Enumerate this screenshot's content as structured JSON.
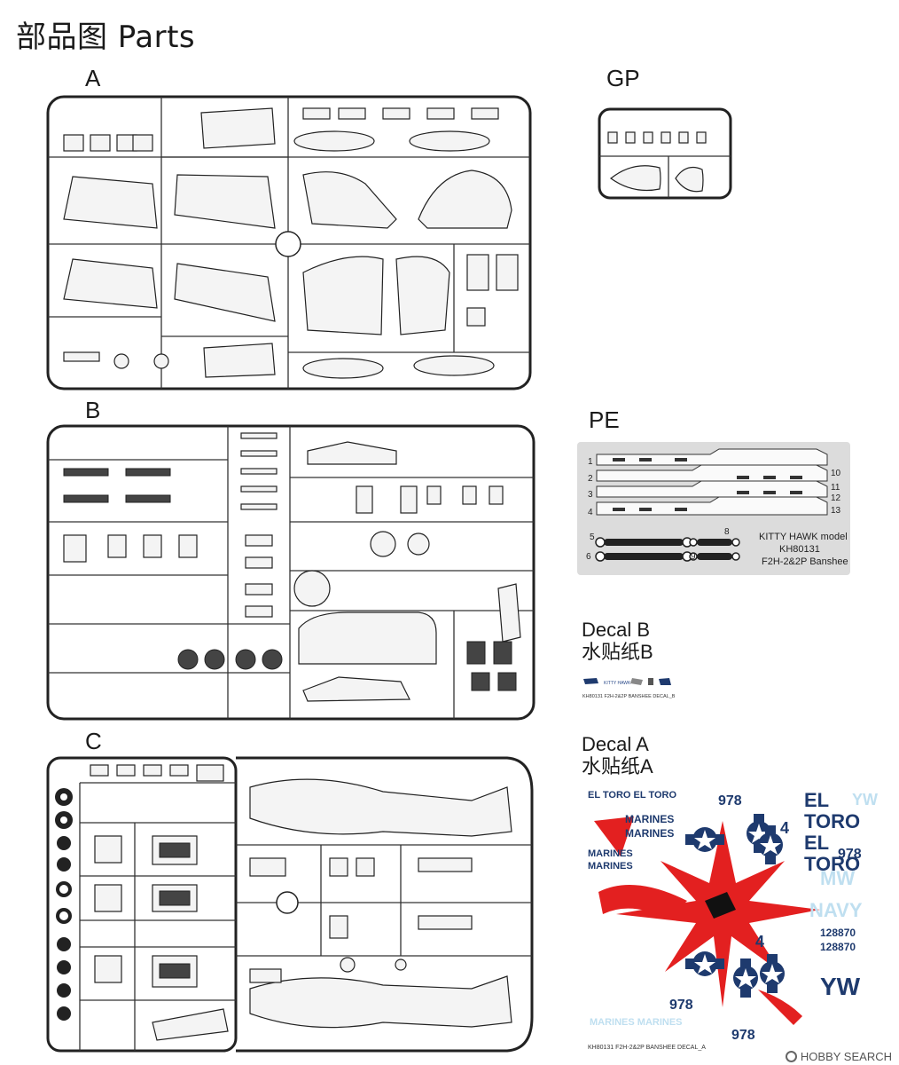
{
  "page_title": "部品图 Parts",
  "sprues": {
    "a": "A",
    "gp": "GP",
    "b": "B",
    "pe": "PE",
    "c": "C"
  },
  "pe_sheet": {
    "brand": "KITTY HAWK model",
    "code": "KH80131",
    "name": "F2H-2&2P Banshee",
    "numbers_left": [
      "1",
      "2",
      "3",
      "4",
      "5",
      "6"
    ],
    "numbers_right": [
      "10",
      "11",
      "12",
      "13",
      "8",
      "9"
    ]
  },
  "decal_b": {
    "title": "Decal B",
    "title_cn": "水贴纸B",
    "brand": "KITTY HAWK",
    "caption": "KH80131 F2H-2&2P BANSHEE DECAL_B"
  },
  "decal_a": {
    "title": "Decal A",
    "title_cn": "水贴纸A",
    "caption": "KH80131 F2H-2&2P BANSHEE DECAL_A",
    "texts": {
      "el_toro_top": "EL TORO EL TORO",
      "el": "EL",
      "toro": "TORO",
      "el2": "EL",
      "toro2": "TORO",
      "n978_top": "978",
      "n978_right": "978",
      "n978_bottom_left": "978",
      "n978_bottom": "978",
      "four_top": "4",
      "four_bottom": "4",
      "marines_1": "MARINES",
      "marines_2": "MARINES",
      "marines_v1": "MARINES",
      "marines_v2": "MARINES",
      "marines_bottom": "MARINES MARINES",
      "navy": "NAVY",
      "serial": "128870",
      "serial2": "128870",
      "yw": "YW",
      "yw2": "YW",
      "mw": "MW"
    }
  },
  "watermark": "HOBBY SEARCH"
}
